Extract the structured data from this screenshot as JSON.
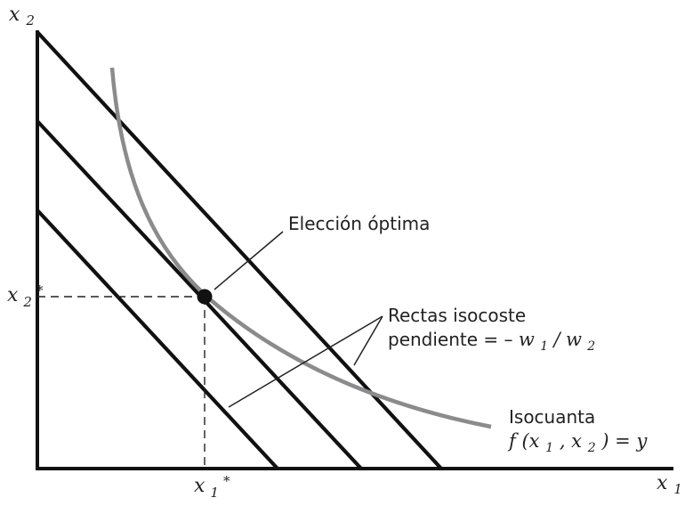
{
  "axes": {
    "x_axis": {
      "label": "x",
      "subscript": "1"
    },
    "y_axis": {
      "label": "x",
      "subscript": "2"
    }
  },
  "points": {
    "optimal_x1": {
      "label": "x",
      "subscript": "1",
      "superscript": "*"
    },
    "optimal_x2": {
      "label": "x",
      "subscript": "2",
      "superscript": "*"
    }
  },
  "annotations": {
    "optimal_choice": {
      "text": "Elección óptima"
    },
    "isocost": {
      "line1": "Rectas isocoste",
      "line2_prefix": "pendiente = – ",
      "w1": "w",
      "w1_sub": "1",
      "slash": "/",
      "w2": "w",
      "w2_sub": "2"
    },
    "isoquant": {
      "title": "Isocuanta",
      "f": "f",
      "open": "(x",
      "x1_sub": "1",
      "comma": ", x",
      "x2_sub": "2",
      "close": ") = y"
    }
  },
  "colors": {
    "line": "#111111",
    "isoquant": "#8b8b8d",
    "text": "#222222"
  }
}
